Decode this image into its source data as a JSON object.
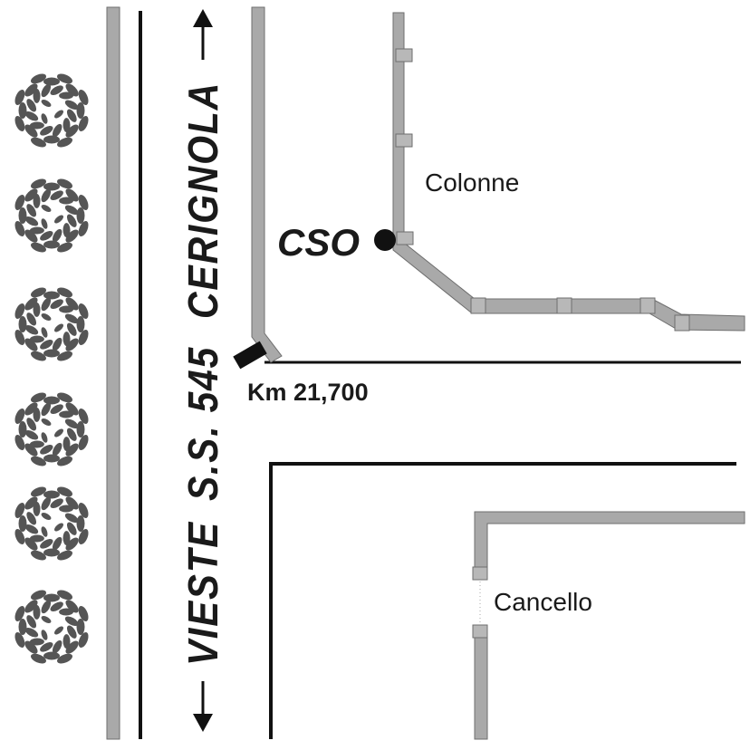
{
  "road": {
    "route_number": "S.S. 545",
    "direction_north": "CERIGNOLA",
    "direction_south": "VIESTE"
  },
  "labels": {
    "cso": "CSO",
    "km_marker": "Km 21,700",
    "columns": "Colonne",
    "gate": "Cancello"
  },
  "icons": {
    "tree": "tree-icon",
    "arrow_up": "arrow-up-icon",
    "arrow_down": "arrow-down-icon"
  },
  "colors": {
    "wall": "#a9a9a9",
    "wall_outline": "#6e6e6e",
    "line": "#111111",
    "tree": "#555555"
  }
}
